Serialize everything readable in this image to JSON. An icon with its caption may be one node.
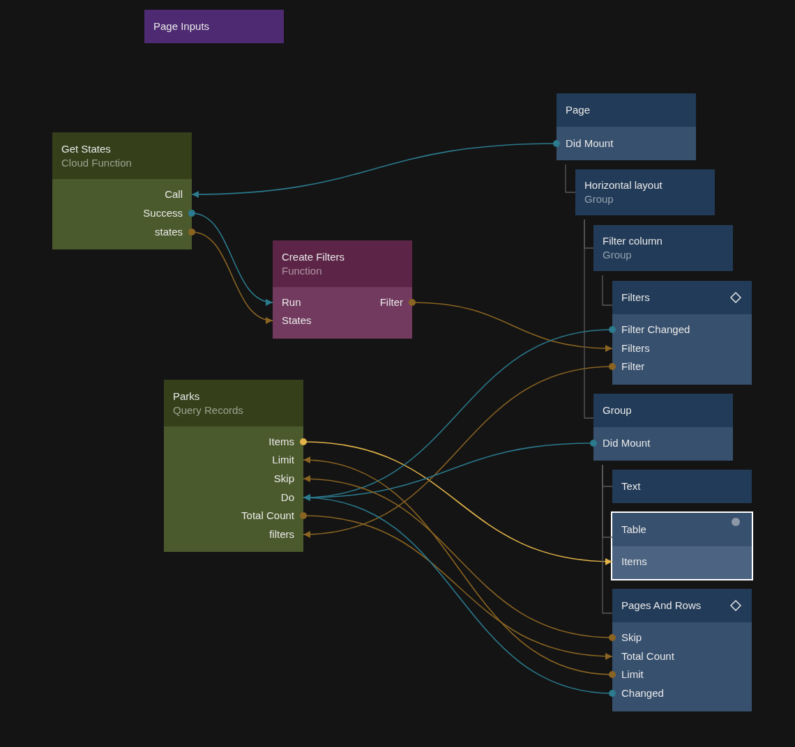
{
  "diagram": {
    "nodes": [
      {
        "text": [
          "Page Inputs"
        ]
      },
      {
        "text": [
          "Get States",
          "Cloud Function"
        ]
      },
      {
        "text": [
          "Call"
        ],
        "in": 1
      },
      {
        "text": [
          "Success"
        ],
        "in": 1
      },
      {
        "text": [
          "states"
        ],
        "in": 1
      },
      {
        "text": [
          "Page"
        ]
      },
      {
        "text": [
          "Did Mount"
        ],
        "in": 5
      },
      {
        "text": [
          "Horizontal layout",
          "Group"
        ]
      },
      {
        "text": [
          "Create Filters",
          "Function"
        ]
      },
      {
        "text": [
          "Run"
        ],
        "in": 8
      },
      {
        "text": [
          "States"
        ],
        "in": 8
      },
      {
        "text": [
          "Filter"
        ],
        "in": 8
      },
      {
        "text": [
          "Filter column",
          "Group"
        ]
      },
      {
        "text": [
          "Filters"
        ]
      },
      {
        "text": [
          "Filter Changed"
        ],
        "in": 13
      },
      {
        "text": [
          "Filters"
        ],
        "in": 13
      },
      {
        "text": [
          "Filter"
        ],
        "in": 13
      },
      {
        "text": [
          "Parks",
          "Query Records"
        ]
      },
      {
        "text": [
          "Items"
        ],
        "in": 17
      },
      {
        "text": [
          "Limit"
        ],
        "in": 17
      },
      {
        "text": [
          "Skip"
        ],
        "in": 17
      },
      {
        "text": [
          "Do"
        ],
        "in": 17
      },
      {
        "text": [
          "Total Count"
        ],
        "in": 17
      },
      {
        "text": [
          "filters"
        ],
        "in": 17
      },
      {
        "text": [
          "Group"
        ]
      },
      {
        "text": [
          "Did Mount"
        ],
        "in": 24
      },
      {
        "text": [
          "Text"
        ]
      },
      {
        "text": [
          "Table"
        ]
      },
      {
        "text": [
          "Items"
        ],
        "in": 27
      },
      {
        "text": [
          "Pages And Rows"
        ]
      },
      {
        "text": [
          "Skip"
        ],
        "in": 29
      },
      {
        "text": [
          "Total Count"
        ],
        "in": 29
      },
      {
        "text": [
          "Limit"
        ],
        "in": 29
      },
      {
        "text": [
          "Changed"
        ],
        "in": 29
      }
    ],
    "edges": [
      {
        "from": 6,
        "to": 2,
        "arrow": "to",
        "color": "#2b7a8e"
      },
      {
        "from": 3,
        "to": 9,
        "arrow": "to",
        "color": "#2b7a8e"
      },
      {
        "from": 4,
        "to": 10,
        "arrow": "to",
        "color": "#8a6422"
      },
      {
        "from": 11,
        "to": 15,
        "arrow": "to",
        "color": "#8a6422"
      },
      {
        "from": 18,
        "to": 28,
        "arrow": "to",
        "color": "#e2b34a"
      },
      {
        "from": 14,
        "to": 21,
        "arrow": "to",
        "color": "#2b7a8e"
      },
      {
        "from": 16,
        "to": 23,
        "arrow": "to",
        "color": "#8a6422"
      },
      {
        "from": 25,
        "to": 21,
        "arrow": "to",
        "color": "#2b7a8e"
      },
      {
        "from": 30,
        "to": 20,
        "arrow": "to",
        "color": "#8a6422"
      },
      {
        "from": 22,
        "to": 31,
        "arrow": "to",
        "color": "#8a6422"
      },
      {
        "from": 32,
        "to": 19,
        "arrow": "to",
        "color": "#8a6422"
      },
      {
        "from": 33,
        "to": 21,
        "arrow": "to",
        "color": "#2b7a8e"
      },
      {
        "from": 5,
        "to": 7,
        "arrow": "none"
      },
      {
        "from": 7,
        "to": 12,
        "arrow": "none"
      },
      {
        "from": 7,
        "to": 24,
        "arrow": "none"
      },
      {
        "from": 12,
        "to": 13,
        "arrow": "none"
      },
      {
        "from": 24,
        "to": 26,
        "arrow": "none"
      },
      {
        "from": 24,
        "to": 27,
        "arrow": "none"
      },
      {
        "from": 24,
        "to": 29,
        "arrow": "none"
      }
    ]
  }
}
